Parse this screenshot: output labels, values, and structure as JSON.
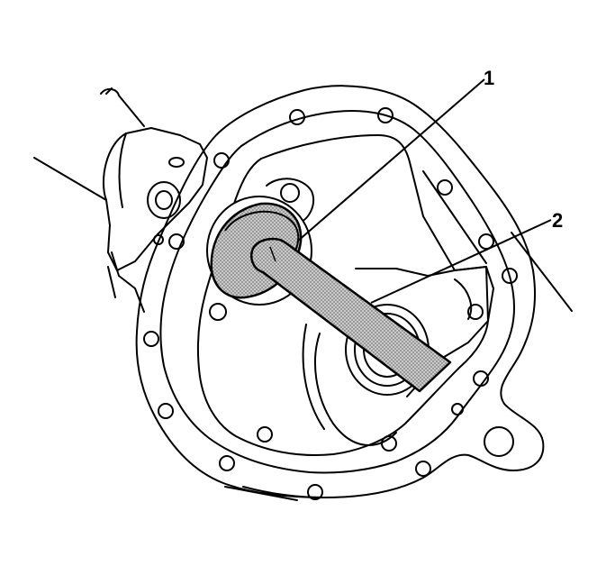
{
  "callouts": [
    {
      "label": "1",
      "part": "bearing-cup-installer-disc"
    },
    {
      "label": "2",
      "part": "driver-handle"
    }
  ],
  "colors": {
    "line": "#000000",
    "background": "#ffffff",
    "tool_fill": "stipple-gray"
  }
}
